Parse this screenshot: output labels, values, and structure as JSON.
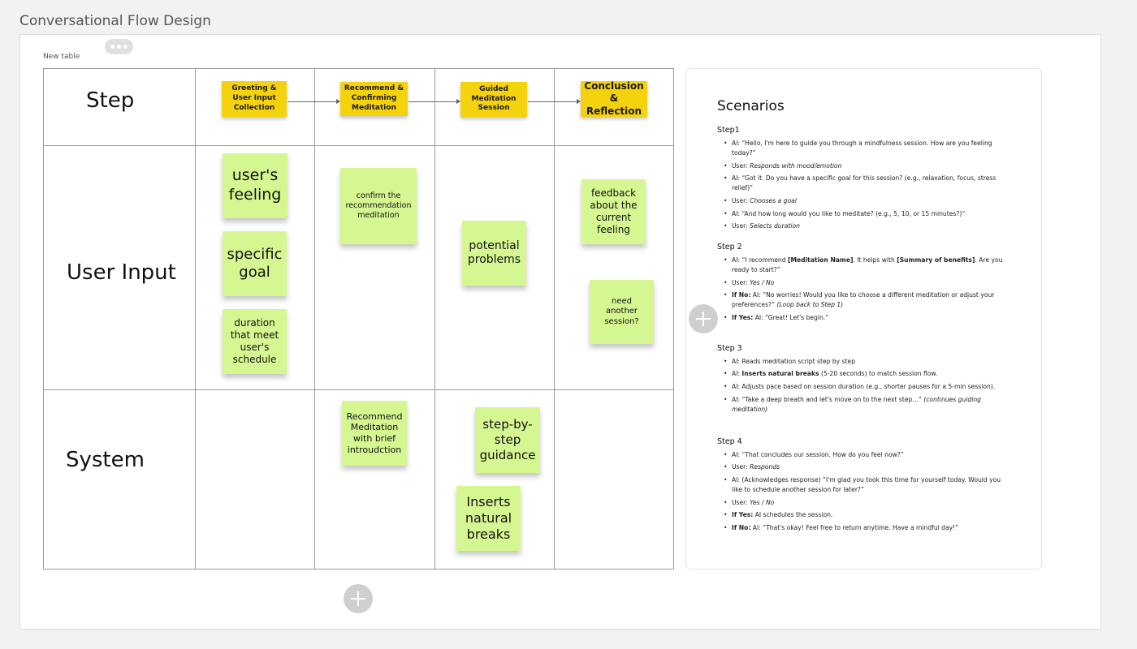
{
  "frame": {
    "title": "Conversational Flow Design"
  },
  "table": {
    "label": "New table",
    "rows": [
      "Step",
      "User Input",
      "System"
    ],
    "steps": [
      "Greeting & User Input Collection",
      "Recommend & Confirming Meditation",
      "Guided Meditation Session",
      "Conclusion & Reflection"
    ]
  },
  "stickies": {
    "user_input": [
      "user's feeling",
      "specific goal",
      "duration that meet user's schedule",
      "confirm the recommendation meditation",
      "potential problems",
      "feedback about the current feeling",
      "need another session?"
    ],
    "system": [
      "Recommend Meditation with brief introudction",
      "step-by-step guidance",
      "Inserts natural breaks"
    ]
  },
  "scenarios": {
    "title": "Scenarios",
    "step1": {
      "heading": "Step1",
      "items": [
        {
          "prefix": "AI: ",
          "text": "“Hello, I'm here to guide you through a mindfulness session. How are you feeling today?”"
        },
        {
          "prefix": "User: ",
          "text": "Responds with mood/emotion"
        },
        {
          "prefix": "AI: ",
          "text": "“Got it. Do you have a specific goal for this session? (e.g., relaxation, focus, stress relief)”"
        },
        {
          "prefix": "User: ",
          "text": "Chooses a goal"
        },
        {
          "prefix": "AI: ",
          "text": "“And how long would you like to meditate? (e.g., 5, 10, or 15 minutes?)”"
        },
        {
          "prefix": "User: ",
          "text": "Selects duration"
        }
      ]
    },
    "step2": {
      "heading": "Step 2",
      "i1_a": "AI: “I recommend ",
      "i1_b": "[Meditation Name]",
      "i1_c": ". It helps with ",
      "i1_d": "[Summary of benefits]",
      "i1_e": ". Are you ready to start?”",
      "i2_a": "User: ",
      "i2_b": "Yes / No",
      "i3_a": "If No:",
      "i3_b": " AI: “No worries! Would you like to choose a different meditation or adjust your preferences?” ",
      "i3_c": "(Loop back to Step 1)",
      "i4_a": "If Yes:",
      "i4_b": " AI: “Great! Let's begin.”"
    },
    "step3": {
      "heading": "Step 3",
      "i1": "AI: Reads meditation script step by step",
      "i2_a": "AI: ",
      "i2_b": "Inserts natural breaks",
      "i2_c": " (5-20 seconds) to match session flow.",
      "i3": "AI: Adjusts pace based on session duration (e.g., shorter pauses for a 5-min session).",
      "i4_a": "AI: “Take a deep breath and let's move on to the next step…” ",
      "i4_b": "(continues guiding meditation)"
    },
    "step4": {
      "heading": "Step 4",
      "i1": "AI: “That concludes our session. How do you feel now?”",
      "i2_a": "User: ",
      "i2_b": "Responds",
      "i3": "AI: (Acknowledges response) “I'm glad you took this time for yourself today. Would you like to schedule another session for later?”",
      "i4_a": "User: ",
      "i4_b": "Yes / No",
      "i5_a": "If Yes:",
      "i5_b": " AI schedules the session.",
      "i6_a": "If No:",
      "i6_b": " AI: “That's okay! Feel free to return anytime. Have a mindful day!”"
    }
  },
  "colors": {
    "step_note": "#f5d20e",
    "sticky": "#d4f792",
    "grid_line": "#9a9a9a",
    "background": "#f2f2f2"
  },
  "icons": {
    "more": "ellipsis-icon",
    "add": "plus-icon"
  }
}
